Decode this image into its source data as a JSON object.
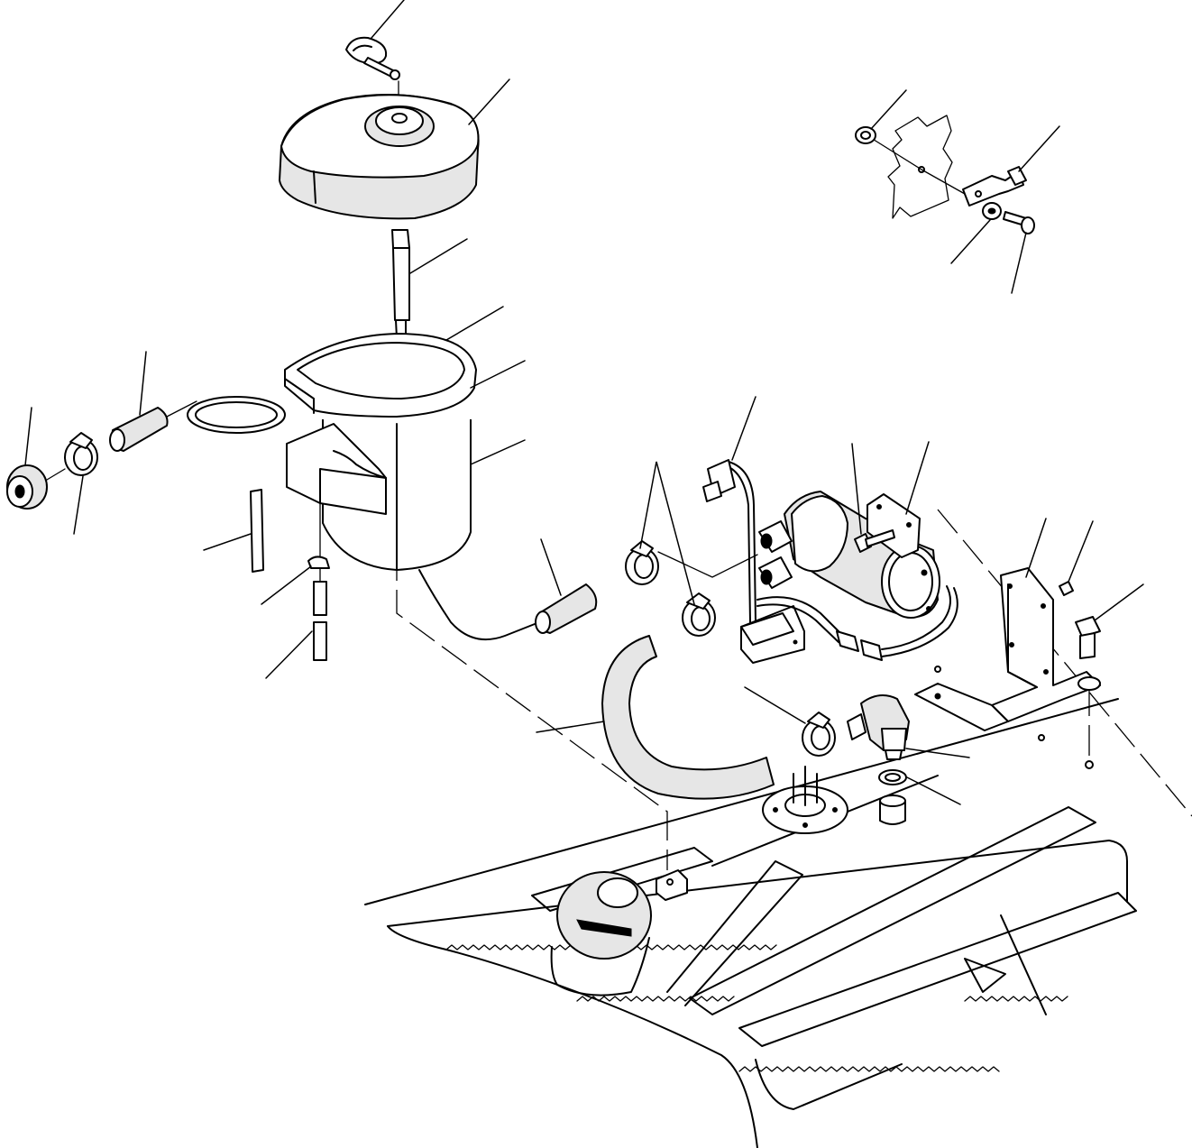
{
  "figure": {
    "background_color": "#ffffff",
    "line_color": "#000000",
    "shade_color": "#e6e6e6"
  },
  "parts": [
    {
      "id": "cap-lanyard-pin",
      "icon": "pin-icon"
    },
    {
      "id": "reservoir-cap",
      "icon": "cap-icon"
    },
    {
      "id": "filter-rod",
      "icon": "rod-icon"
    },
    {
      "id": "washer-top",
      "icon": "washer-icon"
    },
    {
      "id": "mounting-strap",
      "icon": "strap-icon"
    },
    {
      "id": "reservoir-tank",
      "icon": "tank-icon"
    },
    {
      "id": "tank-bracket",
      "icon": "bracket-icon"
    },
    {
      "id": "drain-plug",
      "icon": "plug-icon"
    },
    {
      "id": "hose-clamp-left",
      "icon": "clamp-icon"
    },
    {
      "id": "short-hose-left",
      "icon": "hose-icon"
    },
    {
      "id": "retaining-ring",
      "icon": "ring-icon"
    },
    {
      "id": "level-rod",
      "icon": "rod-icon"
    },
    {
      "id": "small-clip",
      "icon": "clip-icon"
    },
    {
      "id": "sleeve-upper",
      "icon": "sleeve-icon"
    },
    {
      "id": "sleeve-lower",
      "icon": "sleeve-icon"
    },
    {
      "id": "short-hose-center",
      "icon": "hose-icon"
    },
    {
      "id": "hose-clamp-pair",
      "icon": "clamp-icon"
    },
    {
      "id": "curved-hose",
      "icon": "hose-icon"
    },
    {
      "id": "electric-pump",
      "icon": "pump-icon"
    },
    {
      "id": "wire-harness-connector",
      "icon": "connector-icon"
    },
    {
      "id": "pump-mount-bolt",
      "icon": "bolt-icon"
    },
    {
      "id": "pump-mount-plate",
      "icon": "plate-icon"
    },
    {
      "id": "l-bracket",
      "icon": "bracket-icon"
    },
    {
      "id": "nut",
      "icon": "nut-icon"
    },
    {
      "id": "hex-bolt",
      "icon": "bolt-icon"
    },
    {
      "id": "elbow-fitting",
      "icon": "elbow-icon"
    },
    {
      "id": "o-ring",
      "icon": "o-ring-icon"
    },
    {
      "id": "bushing",
      "icon": "bushing-icon"
    },
    {
      "id": "hose-clamp-lower",
      "icon": "clamp-icon"
    },
    {
      "id": "detail-nut",
      "icon": "nut-icon"
    },
    {
      "id": "detail-clip-bracket",
      "icon": "bracket-icon"
    },
    {
      "id": "detail-washer",
      "icon": "washer-icon"
    },
    {
      "id": "detail-screw",
      "icon": "screw-icon"
    },
    {
      "id": "fuel-tank-body",
      "icon": "tank-icon"
    }
  ]
}
